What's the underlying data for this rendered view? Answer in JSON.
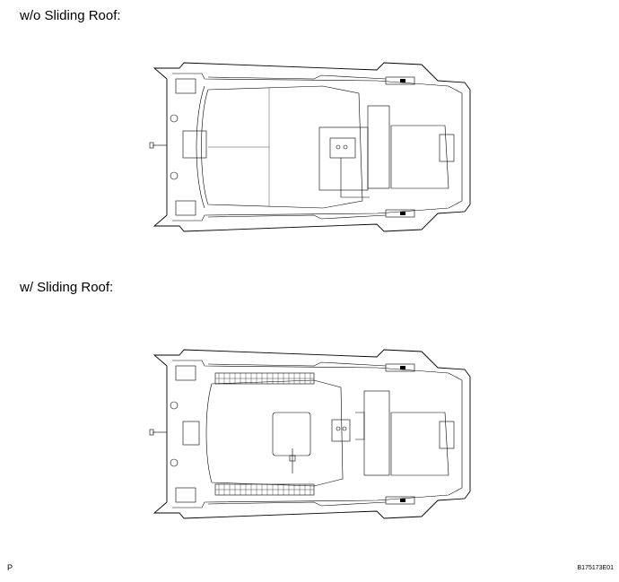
{
  "sections": [
    {
      "label": "w/o Sliding Roof:"
    },
    {
      "label": "w/ Sliding Roof:"
    }
  ],
  "footer": {
    "page_marker": "P",
    "figure_code": "B175173E01"
  }
}
